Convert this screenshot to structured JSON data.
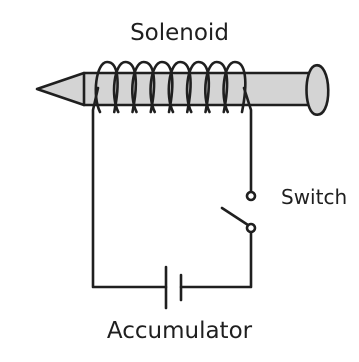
{
  "labels": {
    "solenoid": "Solenoid",
    "switch": "Switch",
    "accumulator": "Accumulator"
  },
  "colors": {
    "ink": "#1f1f1f",
    "nail_fill": "#d4d4d4",
    "background": "#ffffff"
  },
  "components": {
    "nail": "nail",
    "coil_turns": 8,
    "switch_state": "open",
    "battery": "accumulator"
  }
}
